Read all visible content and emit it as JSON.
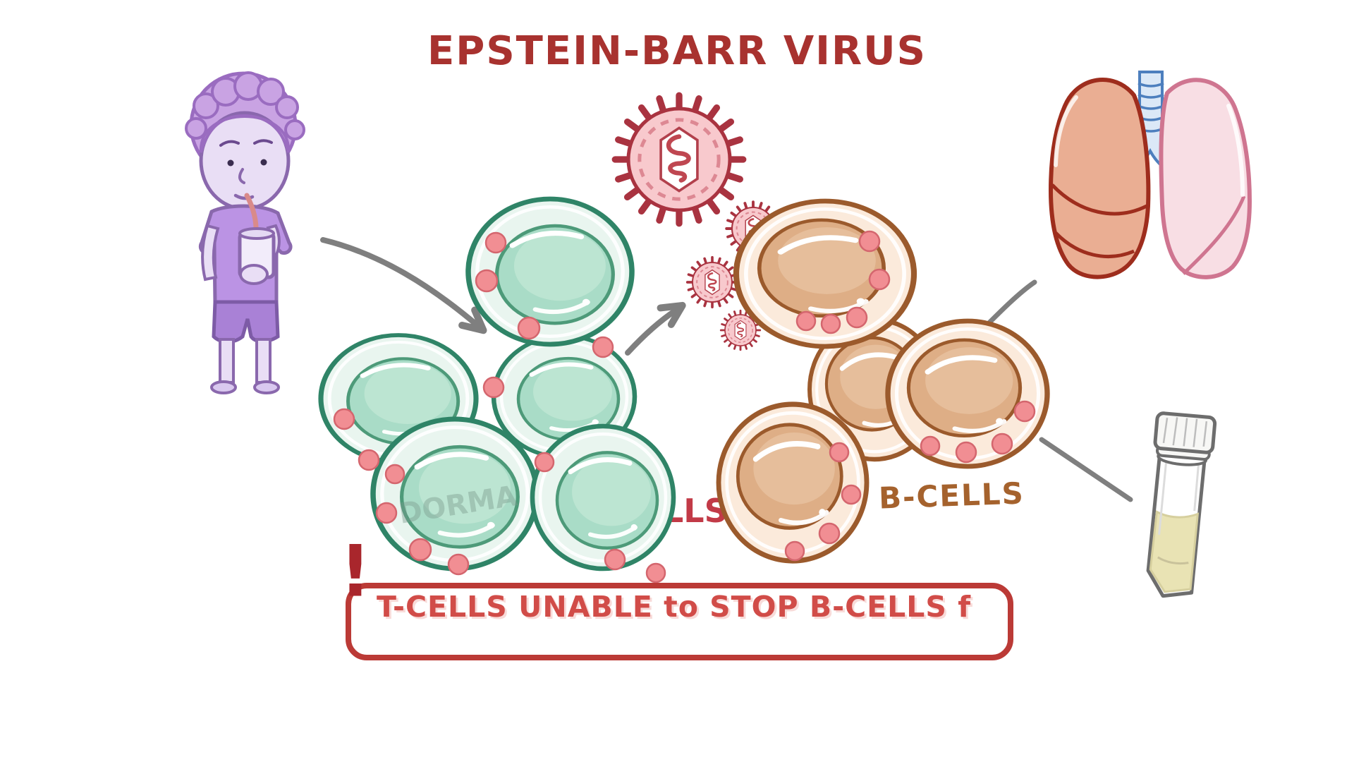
{
  "title": "EPSTEIN-BARR VIRUS",
  "labels": {
    "b_cells": "B-CELLS",
    "t_cells_partial": "LLS",
    "dormant_watermark": "DORMA",
    "alert_exclamation": "!",
    "alert_text": "T-CELLS UNABLE to STOP B-CELLS f"
  },
  "icons": {
    "person": "person-drinking-icon",
    "virus": "ebv-virus-icon",
    "t_cell": "t-cell-icon",
    "b_cell": "b-cell-icon",
    "lungs": "lungs-icon",
    "tube": "specimen-tube-icon",
    "arrow": "arrow-icon"
  },
  "colors": {
    "title_red": "#a8322f",
    "alert_border_red": "#bb3a36",
    "alert_text_red": "#d14c48",
    "exclamation_red": "#a9262c",
    "t_cell_green": "#2f8467",
    "t_cell_fill": "#e9f5ef",
    "t_cell_nucleus": "#a9dcc7",
    "b_cell_brown": "#9b5a2c",
    "b_cell_fill": "#fbeadb",
    "b_cell_nucleus": "#deae86",
    "b_cells_label_brown": "#a5622d",
    "t_cells_label_red": "#c23a47",
    "virus_red": "#a93340",
    "virus_body_pink": "#f8c9cd",
    "granule_pink": "#f18e93",
    "arrow_gray": "#7f7f7f",
    "lung_left_fill": "#eaae93",
    "lung_left_outline": "#9e2d1d",
    "lung_right_fill": "#f8dee4",
    "lung_right_outline": "#cf7590",
    "trachea_blue": "#4d7fbe",
    "person_purple": "#bb93e4",
    "tube_liquid_yellow": "#e9e3b4",
    "watermark_gray": "#7a9a8d"
  }
}
